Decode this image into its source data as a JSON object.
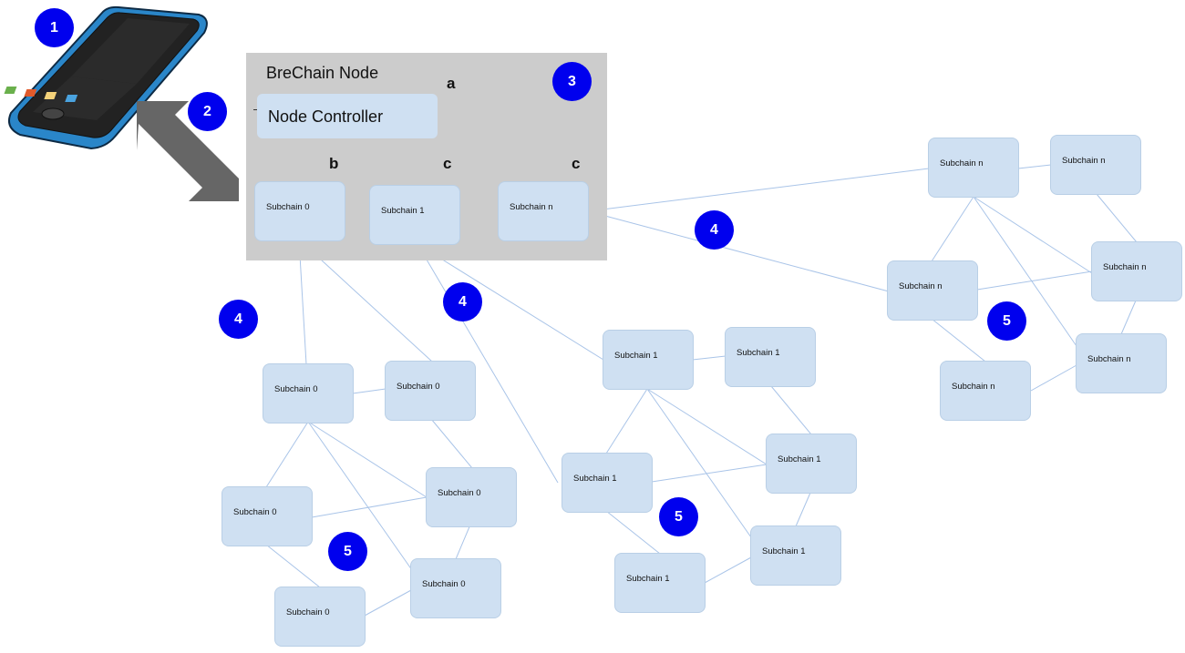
{
  "panel": {
    "title": "BreChain Node",
    "controller": "Node Controller"
  },
  "letters": [
    "a",
    "b",
    "c",
    "c"
  ],
  "badges": [
    "1",
    "2",
    "3",
    "4",
    "4",
    "4",
    "5",
    "5",
    "5"
  ],
  "panel_subchains": [
    "Subchain 0",
    "Subchain 1",
    "Subchain n"
  ],
  "cluster_0": [
    "Subchain 0",
    "Subchain 0",
    "Subchain 0",
    "Subchain 0",
    "Subchain 0",
    "Subchain 0"
  ],
  "cluster_1": [
    "Subchain 1",
    "Subchain 1",
    "Subchain 1",
    "Subchain 1",
    "Subchain 1",
    "Subchain 1"
  ],
  "cluster_n": [
    "Subchain n",
    "Subchain n",
    "Subchain n",
    "Subchain n",
    "Subchain n",
    "Subchain n"
  ],
  "colors": {
    "badge": "#0000ee",
    "panel": "#cccccc",
    "box": "#cfe0f2",
    "link": "#a9c4e8",
    "arrow": "#666666"
  }
}
